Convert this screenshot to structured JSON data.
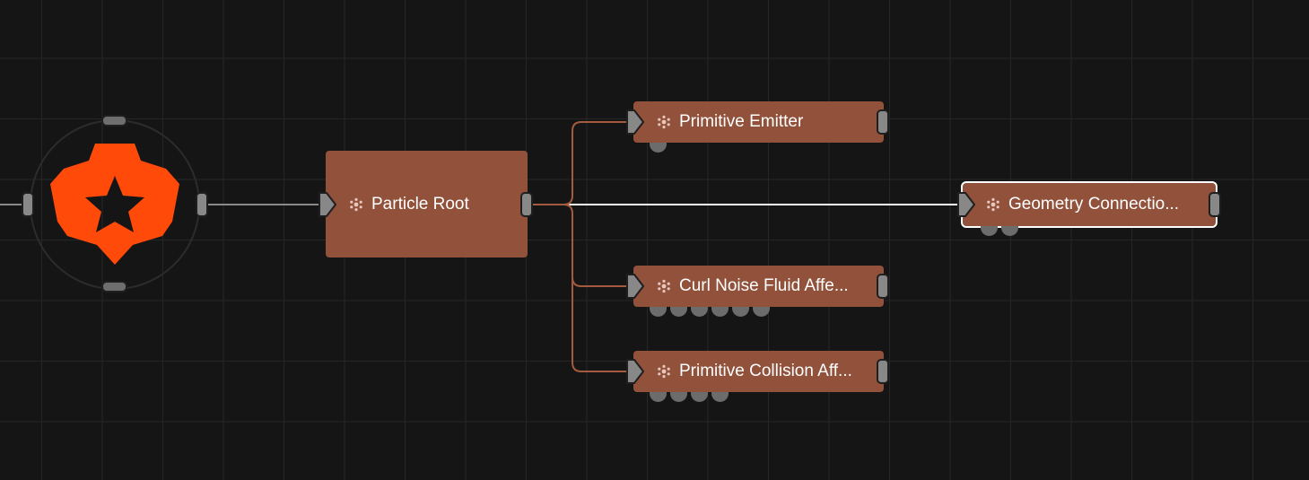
{
  "graph": {
    "colors": {
      "background": "#151515",
      "grid": "#262626",
      "node_fill": "#91513b",
      "wire_primary": "#ffffff",
      "wire_secondary": "#a45a3e",
      "wire_input": "#8a8a8a",
      "port": "#888888",
      "logo": "#ff4a0a"
    },
    "root_node": {
      "icon": "orange-star-gear-logo"
    },
    "nodes": [
      {
        "id": "particle-root",
        "title": "Particle Root",
        "icon": "particle-icon",
        "extra_pins": 0,
        "selected": false
      },
      {
        "id": "primitive-emitter",
        "title": "Primitive Emitter",
        "icon": "particle-icon",
        "extra_pins": 1,
        "selected": false
      },
      {
        "id": "geometry-connection",
        "title": "Geometry Connectio...",
        "icon": "particle-icon",
        "extra_pins": 2,
        "selected": true
      },
      {
        "id": "curl-noise-fluid",
        "title": "Curl Noise Fluid Affe...",
        "icon": "particle-icon",
        "extra_pins": 6,
        "selected": false
      },
      {
        "id": "primitive-collision",
        "title": "Primitive Collision Aff...",
        "icon": "particle-icon",
        "extra_pins": 4,
        "selected": false
      }
    ]
  }
}
